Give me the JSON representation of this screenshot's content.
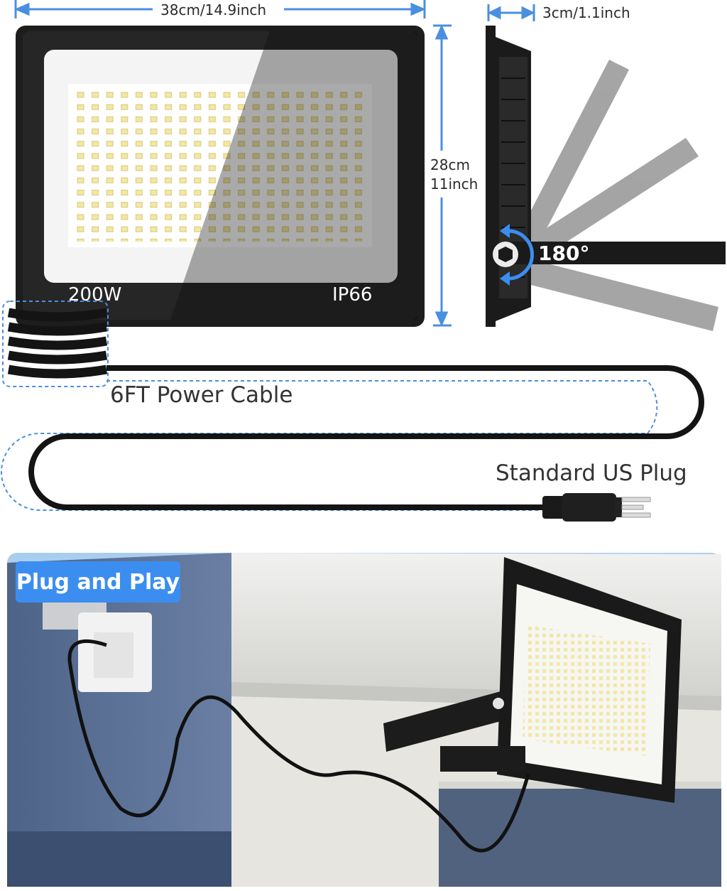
{
  "dimensions": {
    "width_label": "38cm/14.9inch",
    "depth_label": "3cm/1.1inch",
    "height_label_cm": "28cm",
    "height_label_in": "11inch"
  },
  "panel": {
    "wattage": "200W",
    "ip_rating": "IP66"
  },
  "bracket": {
    "angle_label": "180°"
  },
  "cable": {
    "cable_label": "6FT Power Cable",
    "plug_label": "Standard US Plug"
  },
  "install": {
    "badge_label": "Plug and Play"
  },
  "colors": {
    "accent": "#3b8ef0",
    "dimension_line": "#4a8fe0",
    "housing": "#1f1f1f",
    "bracket_ghost": "#9b9b9b"
  }
}
